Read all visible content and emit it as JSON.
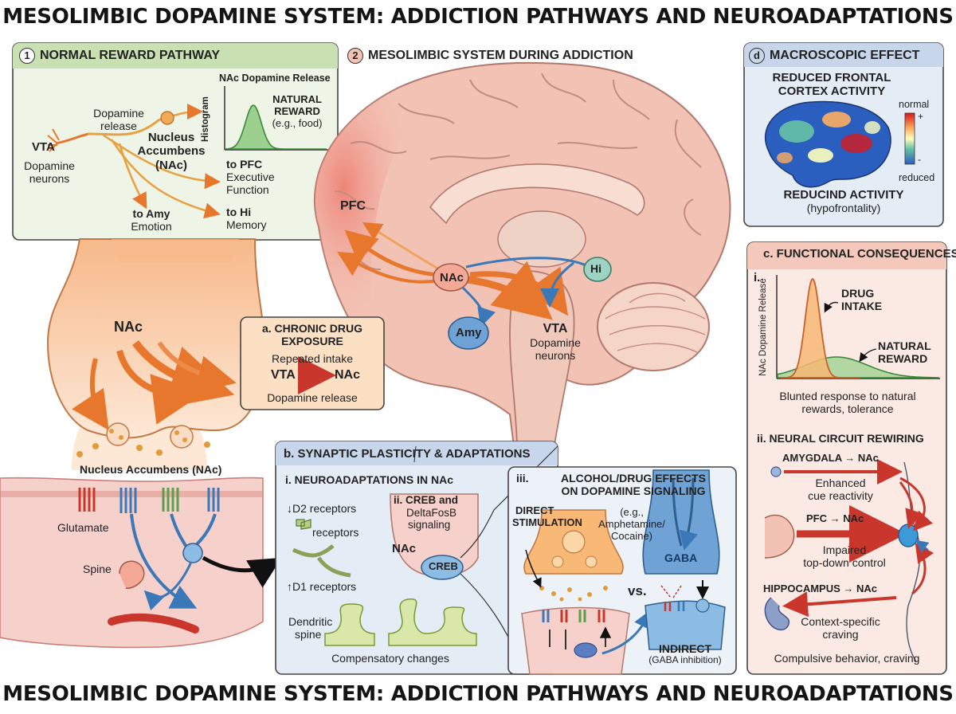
{
  "title_top": "MESOLIMBIC DOPAMINE SYSTEM: ADDICTION PATHWAYS AND NEUROADAPTATIONS",
  "title_bottom": "MESOLIMBIC DOPAMINE SYSTEM: ADDICTION PATHWAYS AND NEUROADAPTATIONS",
  "colors": {
    "dopamine_orange": "#e8772e",
    "panel_green": "#eef4e6",
    "panel_green_head": "#c9e0b3",
    "panel_blue": "#e4ecf5",
    "panel_blue_head": "#c7d6ea",
    "panel_pink": "#fbe9e4",
    "panel_pink_head": "#f4c9bc",
    "brain_pink": "#f2c2b4",
    "pathway_blue": "#3a78b8"
  },
  "panel1": {
    "number": "1",
    "title": "NORMAL REWARD PATHWAY",
    "vta": "VTA",
    "dopamine_neurons_1": "Dopamine",
    "dopamine_neurons_2": "neurons",
    "dopamine_release_1": "Dopamine",
    "dopamine_release_2": "release",
    "nac_1": "Nucleus",
    "nac_2": "Accumbens",
    "nac_3": "(NAc)",
    "pfc_1": "to PFC",
    "pfc_2": "Executive",
    "pfc_3": "Function",
    "amy_1": "to Amy",
    "amy_2": "Emotion",
    "hi_1": "to Hi",
    "hi_2": "Memory",
    "chart_title": "NAc Dopamine Release",
    "chart_ylabel": "Histogram",
    "chart_label_1": "NATURAL",
    "chart_label_2": "REWARD",
    "chart_label_3": "(e.g., food)"
  },
  "panel2": {
    "number": "2",
    "title": "MESOLIMBIC SYSTEM DURING ADDICTION",
    "pfc": "PFC",
    "nac": "NAc",
    "hi": "Hi",
    "amy": "Amy",
    "vta": "VTA",
    "vta_sub_1": "Dopamine",
    "vta_sub_2": "neurons"
  },
  "panel_d": {
    "letter": "d",
    "title": "MACROSCOPIC EFFECT",
    "head_1": "REDUCED FRONTAL",
    "head_2": "CORTEX ACTIVITY",
    "scale_top": "normal",
    "scale_plus": "+",
    "scale_minus": "-",
    "scale_bottom": "reduced",
    "foot_1": "REDUCIND ACTIVITY",
    "foot_2": "(hypofrontality)"
  },
  "synapse": {
    "nac": "NAc",
    "nucleus": "Nucleus Accumbens (NAc)",
    "glutamate": "Glutamate",
    "spine": "Spine"
  },
  "panel_a": {
    "title_1": "a. CHRONIC DRUG",
    "title_2": "EXPOSURE",
    "repeated": "Repeated intake",
    "vta": "VTA",
    "nac": "NAc",
    "release": "Dopamine release"
  },
  "panel_b": {
    "title": "b. SYNAPTIC PLASTICITY & ADAPTATIONS",
    "i_title": "i. NEUROADAPTATIONS IN NAc",
    "d2": "D2 receptors",
    "receptors": "receptors",
    "d1": "D1 receptors",
    "ii_1": "ii. CREB and",
    "ii_2": "DeltaFosB",
    "ii_3": "signaling",
    "nac": "NAc",
    "creb": "CREB",
    "dendritic_1": "Dendritic",
    "dendritic_2": "spine",
    "compensatory": "Compensatory changes",
    "iii_label": "iii.",
    "iii_title_1": "ALCOHOL/DRUG EFFECTS",
    "iii_title_2": "ON DOPAMINE SIGNALING",
    "direct_1": "DIRECT",
    "direct_2": "STIMULATION",
    "eg_1": "(e.g.,",
    "eg_2": "Amphetamine/",
    "eg_3": "Cocaine)",
    "gaba": "GABA",
    "vs": "vs.",
    "indirect_1": "INDIRECT",
    "indirect_2": "(GABA inhibition)"
  },
  "panel_c": {
    "title": "c. FUNCTIONAL CONSEQUENCES",
    "i_label": "i.",
    "ylabel": "NAc Dopamine Release",
    "drug_1": "DRUG",
    "drug_2": "INTAKE",
    "natural_1": "NATURAL",
    "natural_2": "REWARD",
    "blunted_1": "Blunted response to natural",
    "blunted_2": "rewards, tolerance",
    "ii_title": "ii. NEURAL CIRCUIT REWIRING",
    "amy_path": "AMYGDALA → NAc",
    "amy_sub_1": "Enhanced",
    "amy_sub_2": "cue reactivity",
    "pfc_path": "PFC → NAc",
    "pfc_sub_1": "Impaired",
    "pfc_sub_2": "top-down control",
    "hip_path": "HIPPOCAMPUS → NAc",
    "hip_sub_1": "Context-specific",
    "hip_sub_2": "craving",
    "compulsive": "Compulsive behavior, craving"
  }
}
